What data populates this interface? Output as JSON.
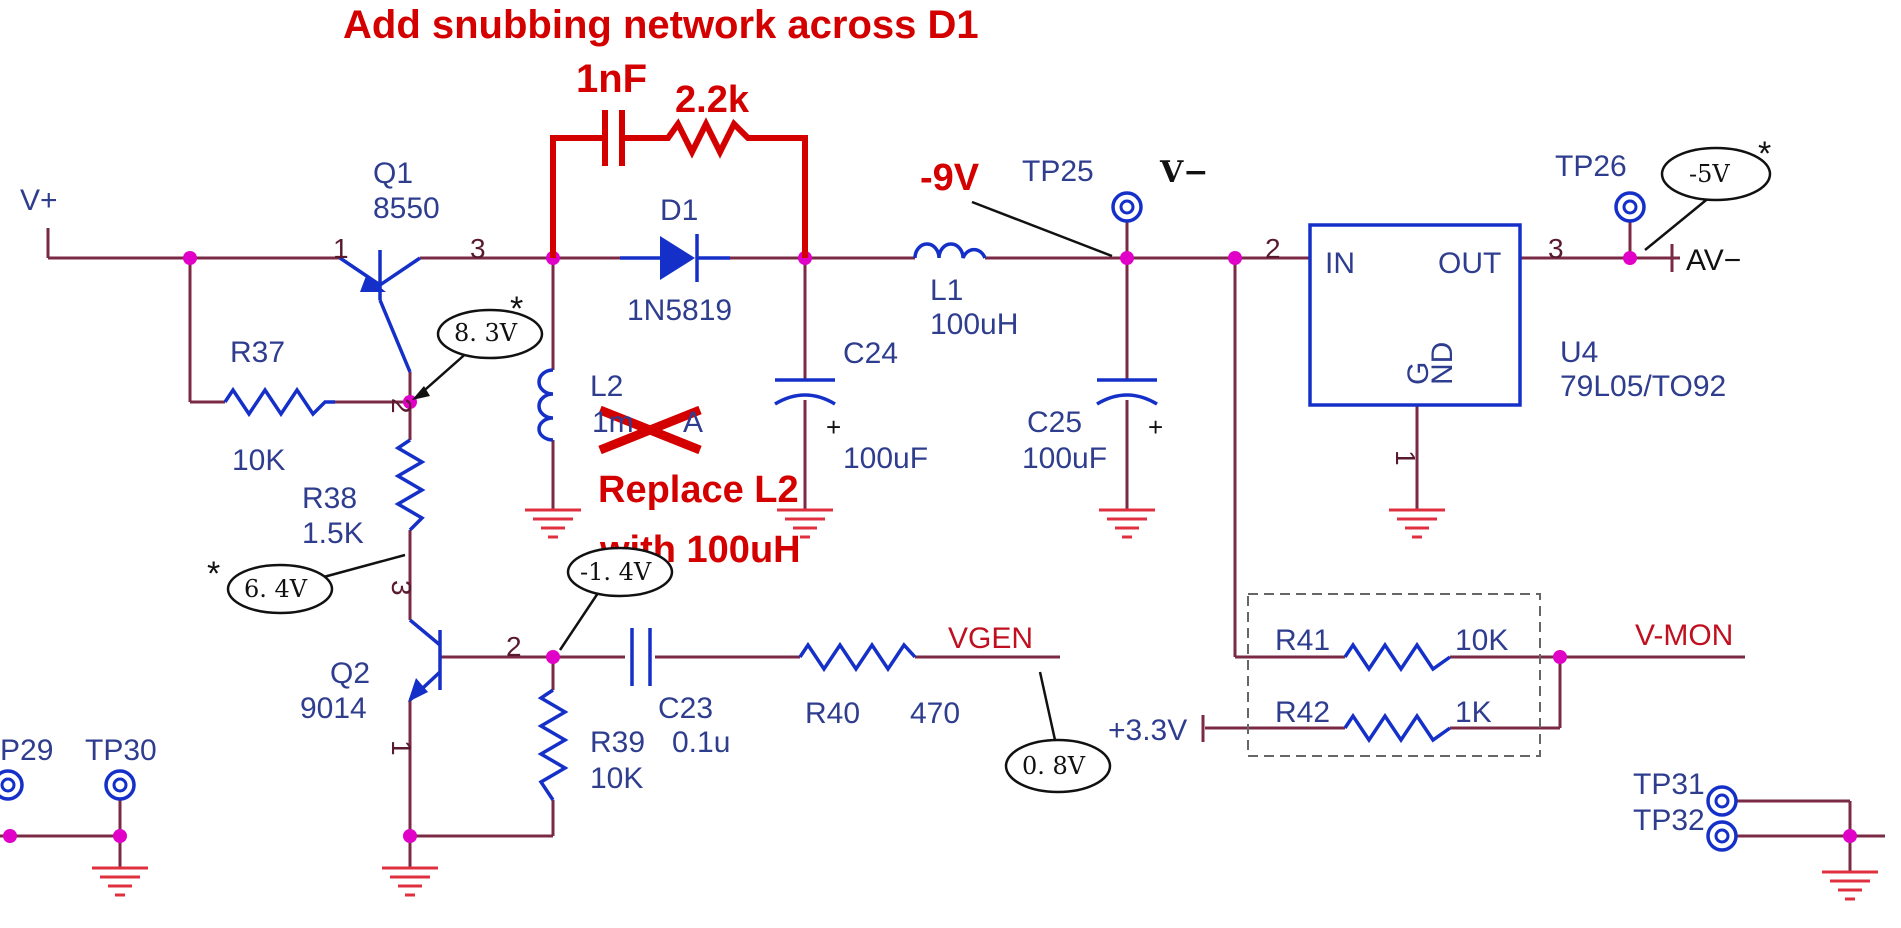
{
  "annotations": {
    "snubber_title": "Add snubbing network across D1",
    "snubber_cap": "1nF",
    "snubber_res": "2.2k",
    "replace_line1": "Replace L2",
    "replace_line2": "with 100uH",
    "node_voltage": "-9V"
  },
  "nets": {
    "vplus": "V+",
    "vminus": "V−",
    "av_minus": "AV−",
    "vgen": "VGEN",
    "vmon": "V-MON",
    "p3v3": "+3.3V"
  },
  "components": {
    "q1": {
      "ref": "Q1",
      "value": "8550"
    },
    "q2": {
      "ref": "Q2",
      "value": "9014"
    },
    "d1": {
      "ref": "D1",
      "value": "1N5819"
    },
    "l1": {
      "ref": "L1",
      "value": "100uH"
    },
    "l2": {
      "ref": "L2",
      "value": "1m",
      "value_tail": "A"
    },
    "c23": {
      "ref": "C23",
      "value": "0.1u"
    },
    "c24": {
      "ref": "C24",
      "value": "100uF"
    },
    "c25": {
      "ref": "C25",
      "value": "100uF"
    },
    "r37": {
      "ref": "R37",
      "value": "10K"
    },
    "r38": {
      "ref": "R38",
      "value": "1.5K"
    },
    "r39": {
      "ref": "R39",
      "value": "10K"
    },
    "r40": {
      "ref": "R40",
      "value": "470"
    },
    "r41": {
      "ref": "R41",
      "value": "10K"
    },
    "r42": {
      "ref": "R42",
      "value": "1K"
    },
    "u4": {
      "ref": "U4",
      "value": "79L05/TO92",
      "pin_in": "IN",
      "pin_out": "OUT",
      "pin_gnd": "GND",
      "gnd_g": "G",
      "gnd_nd": "ND"
    }
  },
  "test_points": {
    "tp25": "TP25",
    "tp26": "TP26",
    "tp29": "P29",
    "tp30": "TP30",
    "tp31": "TP31",
    "tp32": "TP32"
  },
  "measurements": {
    "m_minus5": "-5V",
    "m_8v3": "8. 3V",
    "m_6v4": "6. 4V",
    "m_minus1v4": "-1. 4V",
    "m_0v8": "0. 8V",
    "star": "*"
  },
  "pins": {
    "q1_p1": "1",
    "q1_p2": "2",
    "q1_p3": "3",
    "q2_p1": "1",
    "q2_p2": "2",
    "q2_p3": "3",
    "u4_p1": "1",
    "u4_p2": "2",
    "u4_p3": "3"
  },
  "colors": {
    "wire": "#7a2a45",
    "component": "#1530c8",
    "annotation": "#d40000",
    "junction": "#e000c8"
  }
}
